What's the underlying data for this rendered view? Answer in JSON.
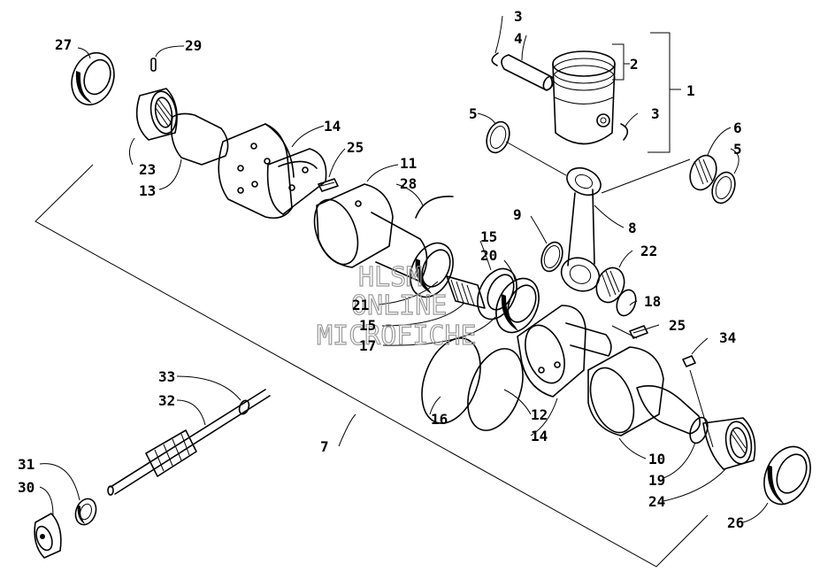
{
  "watermark": {
    "line1": "HLSM",
    "line2": "ONLINE",
    "line3": "MICROFICHE"
  },
  "callouts": {
    "c1": "1",
    "c2": "2",
    "c3a": "3",
    "c3b": "3",
    "c4": "4",
    "c5a": "5",
    "c5b": "5",
    "c6": "6",
    "c7": "7",
    "c8": "8",
    "c9": "9",
    "c10": "10",
    "c11": "11",
    "c12": "12",
    "c13": "13",
    "c14a": "14",
    "c14b": "14",
    "c15a": "15",
    "c15b": "15",
    "c16": "16",
    "c17": "17",
    "c18": "18",
    "c19": "19",
    "c20": "20",
    "c21": "21",
    "c22": "22",
    "c23": "23",
    "c24": "24",
    "c25a": "25",
    "c25b": "25",
    "c26": "26",
    "c27": "27",
    "c28": "28",
    "c29": "29",
    "c30": "30",
    "c31": "31",
    "c32": "32",
    "c33": "33",
    "c34": "34"
  }
}
